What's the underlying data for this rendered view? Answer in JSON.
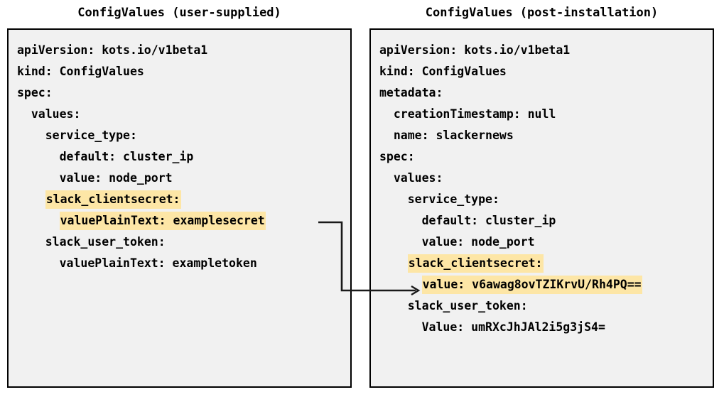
{
  "panels": {
    "left": {
      "title": "ConfigValues (user-supplied)",
      "lines": [
        {
          "text": "apiVersion: kots.io/v1beta1",
          "highlight": false
        },
        {
          "text": "kind: ConfigValues",
          "highlight": false
        },
        {
          "text": "spec:",
          "highlight": false
        },
        {
          "text": "  values:",
          "highlight": false
        },
        {
          "text": "    service_type:",
          "highlight": false
        },
        {
          "text": "      default: cluster_ip",
          "highlight": false
        },
        {
          "text": "      value: node_port",
          "highlight": false
        },
        {
          "text": "    slack_clientsecret:",
          "highlight": true
        },
        {
          "text": "      valuePlainText: examplesecret",
          "highlight": true
        },
        {
          "text": "    slack_user_token:",
          "highlight": false
        },
        {
          "text": "      valuePlainText: exampletoken",
          "highlight": false
        }
      ]
    },
    "right": {
      "title": "ConfigValues (post-installation)",
      "lines": [
        {
          "text": "apiVersion: kots.io/v1beta1",
          "highlight": false
        },
        {
          "text": "kind: ConfigValues",
          "highlight": false
        },
        {
          "text": "metadata:",
          "highlight": false
        },
        {
          "text": "  creationTimestamp: null",
          "highlight": false
        },
        {
          "text": "  name: slackernews",
          "highlight": false
        },
        {
          "text": "spec:",
          "highlight": false
        },
        {
          "text": "  values:",
          "highlight": false
        },
        {
          "text": "    service_type:",
          "highlight": false
        },
        {
          "text": "      default: cluster_ip",
          "highlight": false
        },
        {
          "text": "      value: node_port",
          "highlight": false
        },
        {
          "text": "    slack_clientsecret:",
          "highlight": true
        },
        {
          "text": "      value: v6awag8ovTZIKrvU/Rh4PQ==",
          "highlight": true
        },
        {
          "text": "    slack_user_token:",
          "highlight": false
        },
        {
          "text": "      Value: umRXcJhJAl2i5g3jS4=",
          "highlight": false
        }
      ]
    }
  },
  "connector": {
    "name": "secret-encryption-arrow",
    "from_label": "valuePlainText: examplesecret",
    "to_label": "value: v6awag8ovTZIKrvU/Rh4PQ=="
  },
  "colors": {
    "highlight": "#fde6a6",
    "panel_background": "#f1f1f1",
    "border": "#000000",
    "text": "#000000",
    "page_background": "#ffffff"
  }
}
